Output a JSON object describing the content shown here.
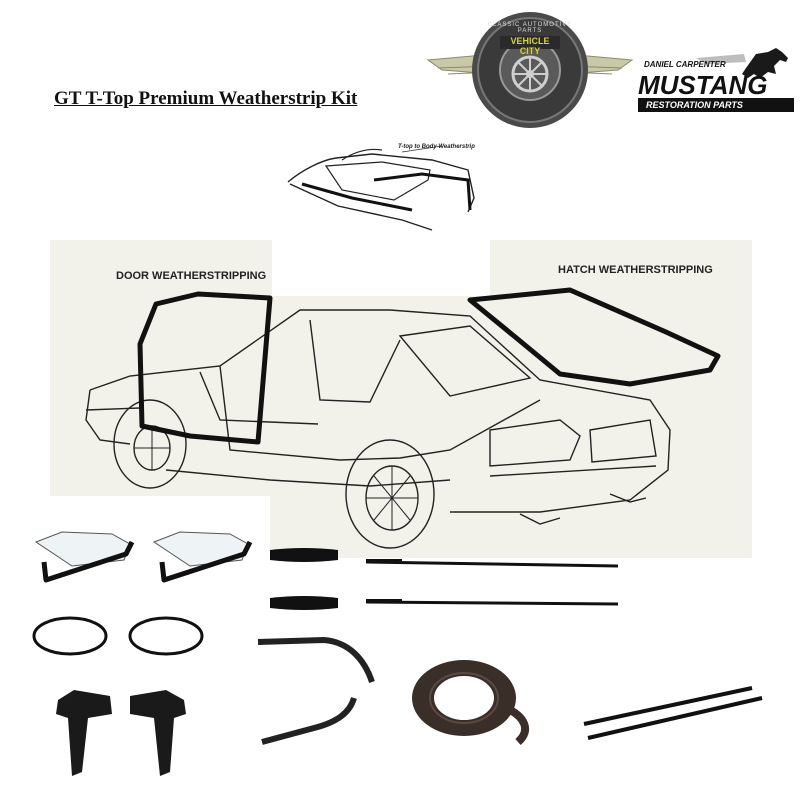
{
  "page": {
    "title": "GT T-Top Premium Weatherstrip Kit"
  },
  "logos": {
    "vehicle_city": {
      "arc_text": "CLASSIC AUTOMOTIVE PARTS",
      "name": "VEHICLE CITY",
      "name_color": "#d8d430"
    },
    "mustang": {
      "top_line": "DANIEL CARPENTER",
      "brand": "MUSTANG",
      "bottom_line": "RESTORATION PARTS"
    }
  },
  "diagrams": {
    "ttop": {
      "caption": "T-top to Body Weatherstrip"
    },
    "door": {
      "caption": "DOOR WEATHERSTRIPPING"
    },
    "hatch": {
      "caption": "HATCH WEATHERSTRIPPING"
    }
  },
  "colors": {
    "panel_bg": "#f3f2ea",
    "seal_black": "#111111",
    "roll_brown": "#3a2e28"
  }
}
